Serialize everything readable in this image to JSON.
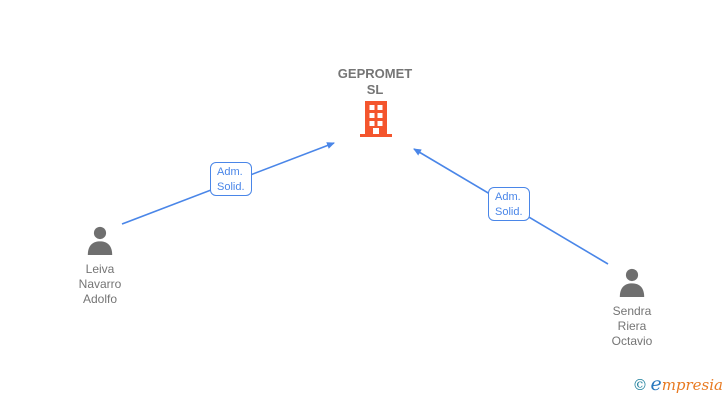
{
  "company": {
    "name": [
      "GEPROMET",
      "SL"
    ]
  },
  "persons": [
    {
      "name": [
        "Leiva",
        "Navarro",
        "Adolfo"
      ]
    },
    {
      "name": [
        "Sendra",
        "Riera",
        "Octavio"
      ]
    }
  ],
  "edges": [
    {
      "from": "Leiva Navarro Adolfo",
      "to": "GEPROMET SL",
      "label": [
        "Adm.",
        "Solid."
      ]
    },
    {
      "from": "Sendra Riera Octavio",
      "to": "GEPROMET SL",
      "label": [
        "Adm.",
        "Solid."
      ]
    }
  ],
  "watermark": {
    "copyright": "©",
    "brand_initial": "e",
    "brand_rest": "mpresia"
  },
  "colors": {
    "edge_blue": "#4a86e8",
    "node_text_gray": "#757575",
    "building_orange": "#f4552d",
    "person_gray": "#6f6f6f",
    "watermark_teal": "#1b7e9b",
    "watermark_blue": "#2878be",
    "watermark_orange": "#e87a22"
  }
}
